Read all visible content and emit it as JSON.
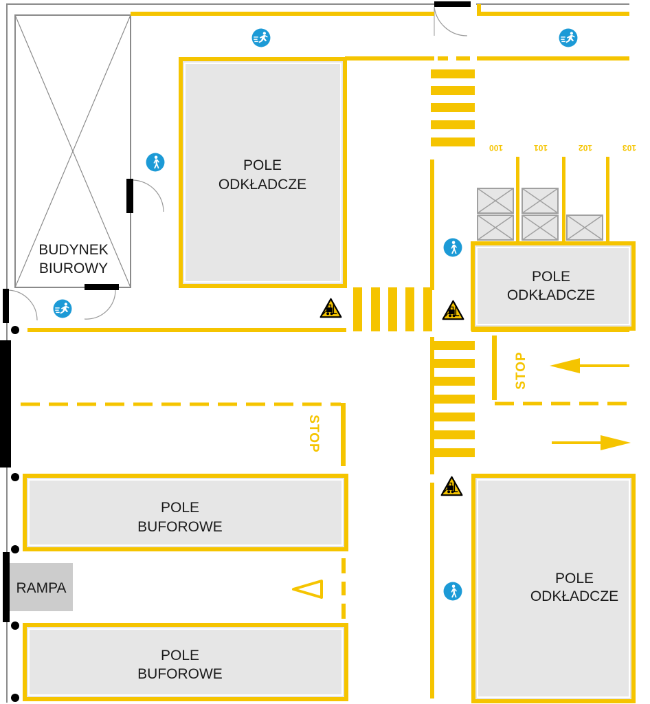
{
  "colors": {
    "marking_yellow": "#f5c400",
    "zone_fill": "#e6e6e6",
    "ramp_fill": "#cccccc",
    "wall": "#8a8a8a",
    "door_black": "#000000",
    "sign_blue": "#1c9ad6"
  },
  "office_building": {
    "label_line1": "BUDYNEK",
    "label_line2": "BIUROWY"
  },
  "ramp": {
    "label": "RAMPA"
  },
  "zones": {
    "storage_top": {
      "line1": "POLE",
      "line2": "ODKŁADCZE"
    },
    "storage_right": {
      "line1": "POLE",
      "line2": "ODKŁADCZE"
    },
    "storage_bottom": {
      "line1": "POLE",
      "line2": "ODKŁADCZE"
    },
    "buffer_upper": {
      "line1": "POLE",
      "line2": "BUFOROWE"
    },
    "buffer_lower": {
      "line1": "POLE",
      "line2": "BUFOROWE"
    }
  },
  "racks": [
    "100",
    "101",
    "102",
    "103"
  ],
  "stop_markings": [
    "STOP",
    "STOP"
  ],
  "icons": {
    "walkway": "pedestrian-walkway-icon",
    "forklift_warning": "forklift-warning-icon",
    "direction_arrow": "direction-arrow-icon",
    "yield": "yield-triangle-icon"
  }
}
